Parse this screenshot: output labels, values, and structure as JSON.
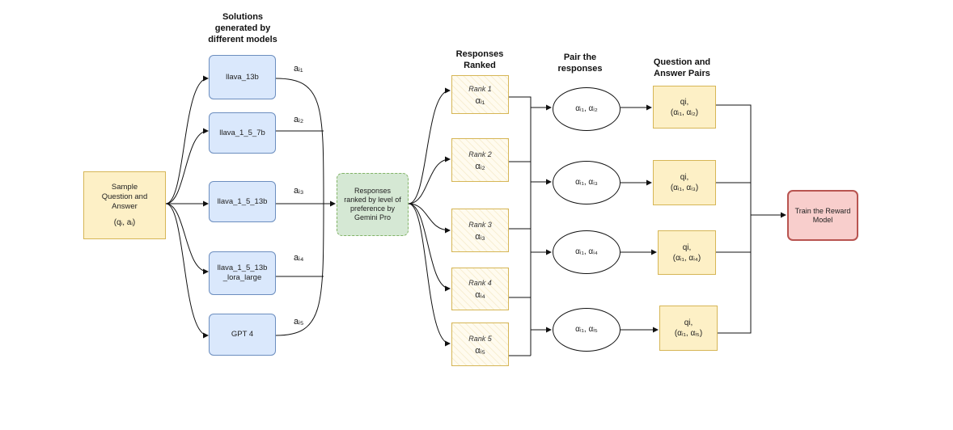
{
  "headings": {
    "solutions": [
      "Solutions",
      "generated by",
      "different models"
    ],
    "ranked": [
      "Responses",
      "Ranked"
    ],
    "pair": [
      "Pair the",
      "responses"
    ],
    "qa_pairs": [
      "Question and",
      "Answer Pairs"
    ]
  },
  "sample": {
    "line1": "Sample",
    "line2": "Question and",
    "line3": "Answer",
    "qi": "(qᵢ, aᵢ)"
  },
  "models": [
    {
      "lines": [
        "llava_13b"
      ],
      "edge": "aᵢ₁"
    },
    {
      "lines": [
        "llava_1_5_7b"
      ],
      "edge": "aᵢ₂"
    },
    {
      "lines": [
        "llava_1_5_13b"
      ],
      "edge": "aᵢ₃"
    },
    {
      "lines": [
        "llava_1_5_13b",
        "_lora_large"
      ],
      "edge": "aᵢ₄"
    },
    {
      "lines": [
        "GPT 4"
      ],
      "edge": "aᵢ₅"
    }
  ],
  "gemini": [
    "Responses",
    "ranked by level of",
    "preference by",
    "Gemini Pro"
  ],
  "ranks": [
    {
      "label": "Rank 1",
      "ans": "αᵢ₁"
    },
    {
      "label": "Rank 2",
      "ans": "αᵢ₂"
    },
    {
      "label": "Rank 3",
      "ans": "αᵢ₃"
    },
    {
      "label": "Rank 4",
      "ans": "αᵢ₄"
    },
    {
      "label": "Rank 5",
      "ans": "αᵢ₅"
    }
  ],
  "pairs": [
    "αᵢ₁, αᵢ₂",
    "αᵢ₁, αᵢ₃",
    "αᵢ₁, αᵢ₄",
    "αᵢ₁, αᵢ₅"
  ],
  "qa": [
    {
      "q": "qi,",
      "a": "(αᵢ₁, αᵢ₂)"
    },
    {
      "q": "qi,",
      "a": "(αᵢ₁, αᵢ₃)"
    },
    {
      "q": "qi,",
      "a": "(αᵢ₁, αᵢ₄)"
    },
    {
      "q": "qi,",
      "a": "(αᵢ₁, αᵢ₅)"
    }
  ],
  "reward": [
    "Train the Reward",
    "Model"
  ],
  "colors": {
    "sample_fill": "#fdf0c6",
    "model_fill": "#dae8fc",
    "gemini_fill": "#d5e8d4",
    "rank_stroke": "#d6b656",
    "reward_fill": "#f8cecc",
    "reward_stroke": "#b85450"
  }
}
